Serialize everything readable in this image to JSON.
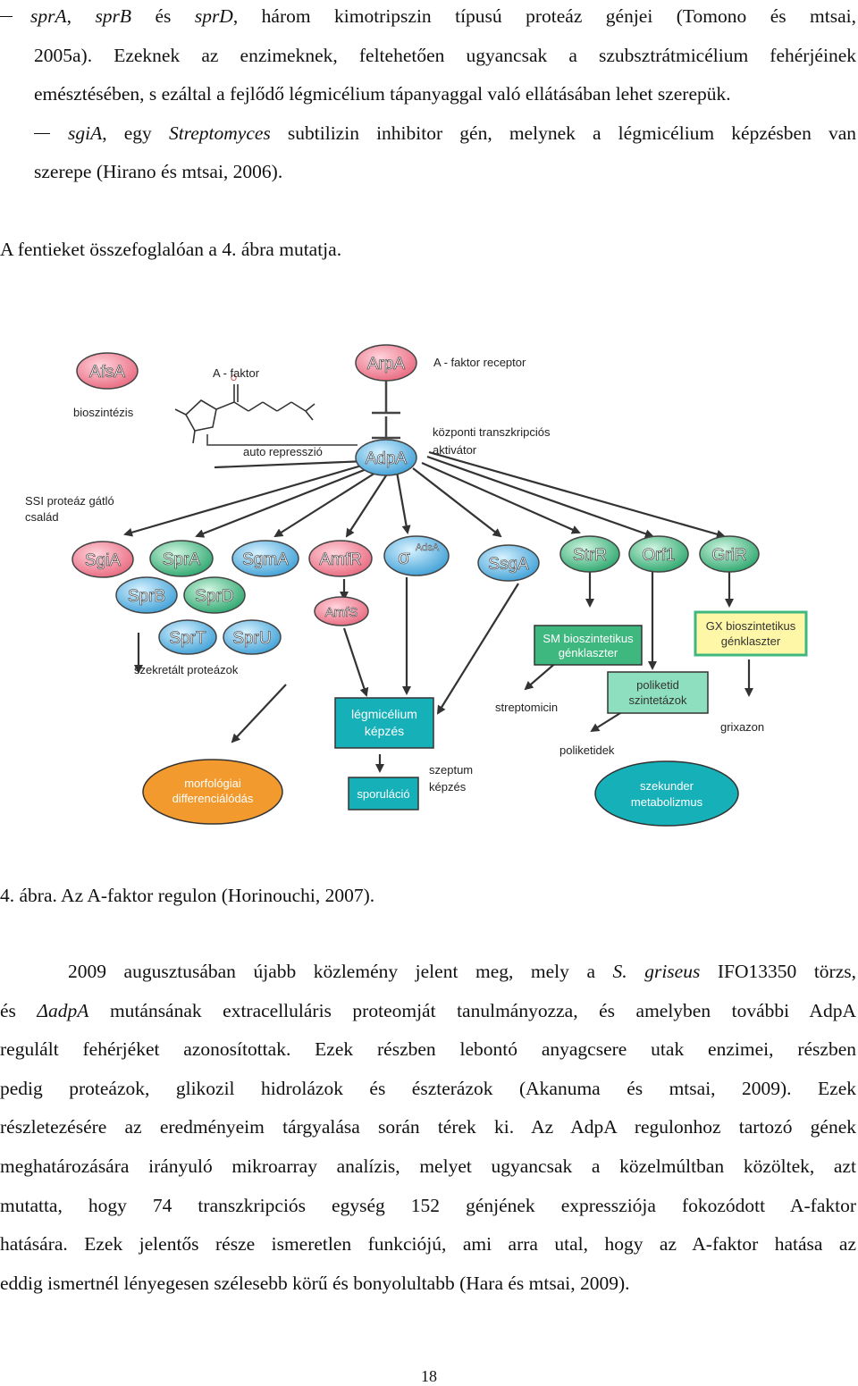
{
  "top_list": [
    {
      "l1_italic": "sprA",
      "l1_a": ", ",
      "l1_i2": "sprB",
      "l1_b": " és ",
      "l1_i3": "sprD",
      "l1_c": ", három kimotripszin típusú proteáz génjei (Tomono és mtsai,",
      "l2": "2005a). Ezeknek az enzimeknek, feltehetően ugyancsak a szubsztrátmicélium fehérjéinek",
      "l3": "emésztésében, s ezáltal a fejlődő légmicélium tápanyaggal való ellátásában lehet szerepük."
    },
    {
      "l1_italic": "sgiA",
      "l1_a": ", egy ",
      "l1_i2": "Streptomyces",
      "l1_b": " subtilizin inhibitor gén, melynek a légmicélium képzésben van",
      "l2": "szerepe (Hirano és mtsai, 2006)."
    }
  ],
  "summary_sentence": "A fentieket összefoglalóan a 4. ábra mutatja.",
  "figure": {
    "nodes": {
      "afsa": "AfsA",
      "arpa": "ArpA",
      "adpa": "AdpA",
      "sgia": "SgiA",
      "spra": "SprA",
      "sgma": "SgmA",
      "amfr": "AmfR",
      "sigma": "σ",
      "sigma_sup": "AdsA",
      "ssga": "SsgA",
      "strr": "StrR",
      "orf1": "Orf1",
      "grir": "GriR",
      "sprb": "SprB",
      "sprd": "SprD",
      "amfs": "AmfS",
      "sprt": "SprT",
      "spru": "SprU"
    },
    "labels": {
      "a_faktor": "A - faktor",
      "a_faktor_receptor": "A - faktor receptor",
      "bioszintezis": "bioszintézis",
      "auto_represszio": "auto represszió",
      "kozponti_1": "központi transzkripciós",
      "kozponti_2": "aktivátor",
      "ssi_1": "SSI proteáz gátló",
      "ssi_2": "család",
      "szekretalt": "szekretált proteázok",
      "streptomicin": "streptomicin",
      "poliketidek": "poliketidek",
      "grixazon": "grixazon",
      "szeptum_1": "szeptum",
      "szeptum_2": "képzés"
    },
    "boxes": {
      "sm_1": "SM bioszintetikus",
      "sm_2": "génklaszter",
      "gx_1": "GX bioszintetikus",
      "gx_2": "génklaszter",
      "poli_1": "poliketid",
      "poli_2": "szintetázok",
      "legm_1": "légmicélium",
      "legm_2": "képzés",
      "sporulacio": "sporuláció",
      "morf_1": "morfológiai",
      "morf_2": "differenciálódás",
      "szek_1": "szekunder",
      "szek_2": "metabolizmus"
    }
  },
  "caption": "4. ábra. Az A-faktor regulon (Horinouchi, 2007).",
  "paragraph": {
    "l1_a": "2009 augusztusában újabb közlemény jelent meg, mely a ",
    "l1_i": "S. griseus",
    "l1_b": " IFO13350 törzs,",
    "l2_a": "és ",
    "l2_i": "ΔadpA",
    "l2_b": " mutánsának extracelluláris proteomját tanulmányozza, és amelyben további AdpA",
    "l3": "regulált fehérjéket azonosítottak. Ezek részben lebontó anyagcsere utak enzimei, részben",
    "l4": "pedig proteázok, glikozil hidrolázok és észterázok (Akanuma és mtsai, 2009). Ezek",
    "l5": "részletezésére az eredményeim tárgyalása során térek ki. Az AdpA regulonhoz tartozó gének",
    "l6": "meghatározására irányuló mikroarray analízis, melyet ugyancsak a közelmúltban közöltek, azt",
    "l7": "mutatta, hogy 74 transzkripciós egység 152 génjének expressziója fokozódott A-faktor",
    "l8": "hatására. Ezek jelentős része ismeretlen funkciójú, ami arra utal, hogy az A-faktor hatása az",
    "l9": "eddig ismertnél lényegesen szélesebb körű és bonyolultabb (Hara és mtsai, 2009)."
  },
  "page_number": "18",
  "colors": {
    "pink": "#f07a8e",
    "blue": "#5ab0dc",
    "green": "#3fb87f",
    "orange": "#f29a2e",
    "teal": "#16b0b8",
    "yellow": "#fff7a8",
    "mint": "#8ddfbf"
  }
}
